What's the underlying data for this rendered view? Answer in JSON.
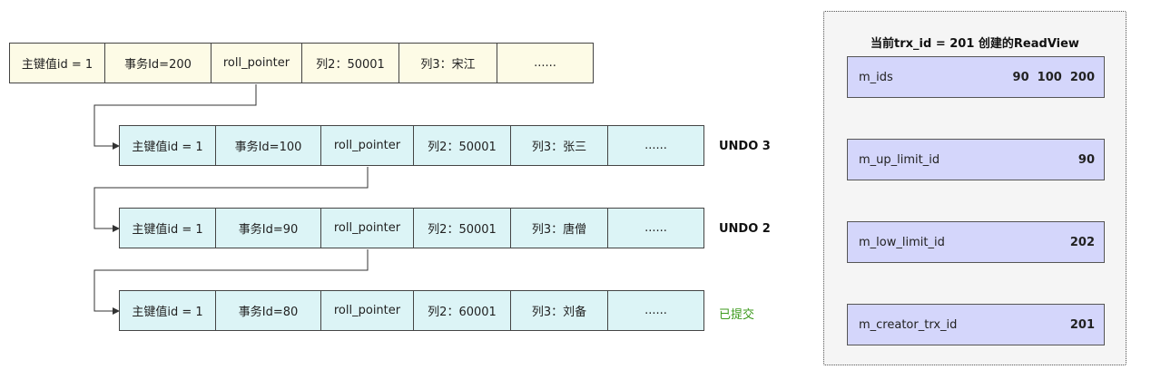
{
  "versions": [
    {
      "cells": [
        "主键值id = 1",
        "事务Id=200",
        "roll_pointer",
        "列2：50001",
        "列3：宋江",
        "......"
      ],
      "label": ""
    },
    {
      "cells": [
        "主键值id = 1",
        "事务Id=100",
        "roll_pointer",
        "列2：50001",
        "列3：张三",
        "......"
      ],
      "label": "UNDO 3"
    },
    {
      "cells": [
        "主键值id = 1",
        "事务Id=90",
        "roll_pointer",
        "列2：50001",
        "列3：唐僧",
        "......"
      ],
      "label": "UNDO 2"
    },
    {
      "cells": [
        "主键值id = 1",
        "事务Id=80",
        "roll_pointer",
        "列2：60001",
        "列3：刘备",
        "......"
      ],
      "label": "已提交"
    }
  ],
  "readview": {
    "title": "当前trx_id = 201 创建的ReadView",
    "fields": [
      {
        "name": "m_ids",
        "value": "90  100  200"
      },
      {
        "name": "m_up_limit_id",
        "value": "90"
      },
      {
        "name": "m_low_limit_id",
        "value": "202"
      },
      {
        "name": "m_creator_trx_id",
        "value": "201"
      }
    ]
  },
  "colors": {
    "current_row_fill": "#fdfbe6",
    "undo_row_fill": "#dcf4f6",
    "readview_field_fill": "#d4d6fb",
    "committed_label": "#3c9a1c"
  }
}
